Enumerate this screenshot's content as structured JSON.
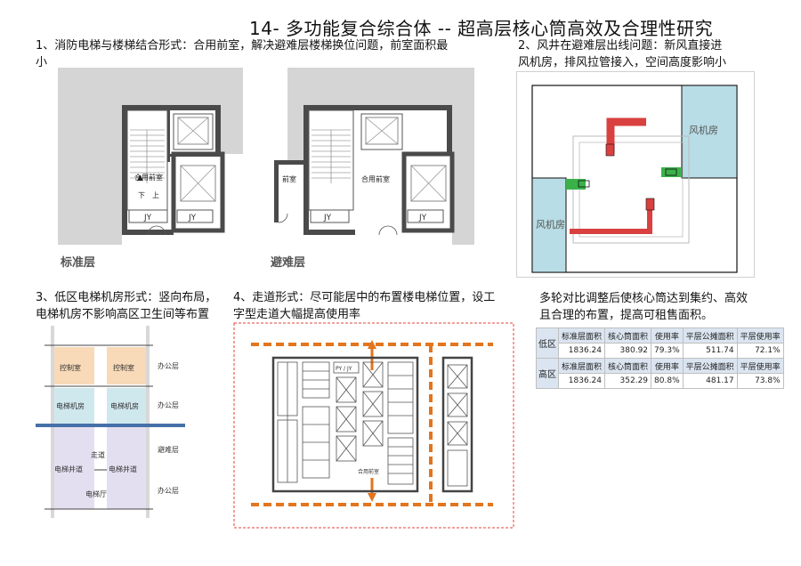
{
  "title": "14- 多功能复合综合体 -- 超高层核心筒高效及合理性研究",
  "section1": {
    "caption_line1": "1、消防电梯与楼梯结合形式：合用前室，解决避难层楼梯换位问题，前室面积最",
    "caption_line2": "小",
    "plan_std_label": "标准层",
    "plan_ref_label": "避难层",
    "room_hall": "合用前室",
    "room_front": "前室",
    "room_jy": "JY",
    "stair_down": "下",
    "stair_up": "上"
  },
  "section2": {
    "caption_line1": "2、风井在避难层出线问题：新风直接进",
    "caption_line2": "风机房，排风拉管接入，空间高度影响小",
    "room_fan_1": "风机房",
    "room_fan_2": "风机房"
  },
  "section3": {
    "caption_line1": "3、低区电梯机房形式：竖向布局，",
    "caption_line2": "电梯机房不影响高区卫生间等布置",
    "room_control_1": "控制室",
    "room_control_2": "控制室",
    "room_machine_1": "电梯机房",
    "room_machine_2": "电梯机房",
    "room_corridor": "走道",
    "room_shaft_1": "电梯井道",
    "room_shaft_2": "电梯井道",
    "room_lobby": "电梯厅",
    "level_office_1": "办公层",
    "level_office_2": "办公层",
    "level_refuge": "避难层",
    "level_office_3": "办公层"
  },
  "section4": {
    "caption_line1": "4、走道形式：尽可能居中的布置楼电梯位置，设工",
    "caption_line2": "字型走道大幅提高使用率",
    "room_pyjy": "PY / JY",
    "room_hall": "合用前室"
  },
  "summary": {
    "text_line1": "多轮对比调整后使核心筒达到集约、高效",
    "text_line2": "且合理的布置，提高可租售面积。",
    "headers": [
      "标准层面积",
      "核心筒面积",
      "使用率",
      "平层公摊面积",
      "平层使用率"
    ],
    "rows": [
      {
        "zone": "低区",
        "values": [
          "1836.24",
          "380.92",
          "79.3%",
          "511.74",
          "72.1%"
        ]
      },
      {
        "zone": "高区",
        "values": [
          "1836.24",
          "352.29",
          "80.8%",
          "481.17",
          "73.8%"
        ]
      }
    ]
  },
  "colors": {
    "orange_path": "#e2751e",
    "red_duct": "#d94040",
    "green_vent": "#3cb14a",
    "fan_blue": "#b9dde6",
    "control_orange": "#f8d9b8",
    "machine_blue": "#cfe8ee",
    "shaft_purple": "#e4dff0",
    "slab_blue": "#4670a8"
  }
}
